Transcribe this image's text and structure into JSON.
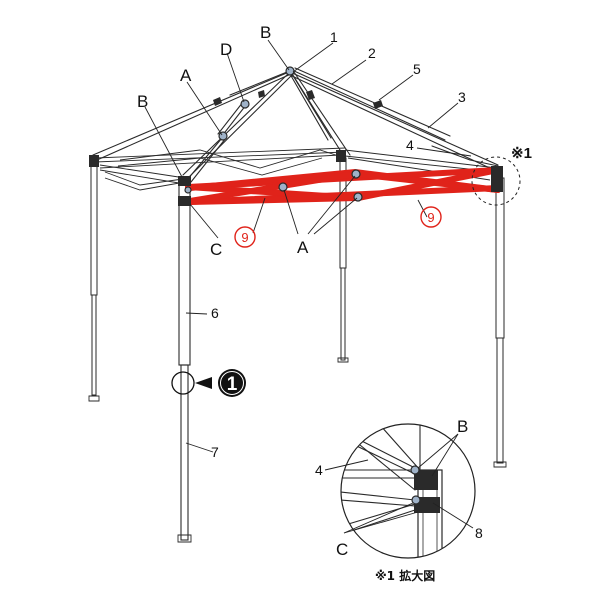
{
  "labels": {
    "n1": "1",
    "n2": "2",
    "n3": "3",
    "n4": "4",
    "n5": "5",
    "n6": "6",
    "n7": "7",
    "n8": "8",
    "n9_left": "9",
    "n9_right": "9",
    "a_top": "A",
    "a_bottom": "A",
    "b_top": "B",
    "b_left": "B",
    "c_left": "C",
    "d_top": "D",
    "ref_mark": "※1",
    "step_one": "1"
  },
  "detail": {
    "label_b": "B",
    "label_c": "C",
    "label_4": "4",
    "label_8": "8",
    "caption": "※1 拡大図"
  },
  "colors": {
    "highlight": "#e0231a",
    "frame": "#2a2a2a",
    "pivot": "#9fb2c8"
  }
}
